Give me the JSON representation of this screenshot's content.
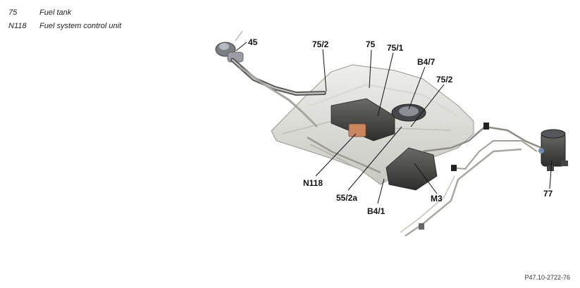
{
  "legend": [
    {
      "code": "75",
      "text": "Fuel tank"
    },
    {
      "code": "N118",
      "text": "Fuel system control unit"
    }
  ],
  "callouts": {
    "c45": "45",
    "c75_2_left": "75/2",
    "c75": "75",
    "c75_1": "75/1",
    "cB4_7": "B4/7",
    "c75_2_right": "75/2",
    "cN118": "N118",
    "c55_2a": "55/2a",
    "cB4_1": "B4/1",
    "cM3": "M3",
    "c77": "77"
  },
  "reference": "P47.10-2722-76"
}
